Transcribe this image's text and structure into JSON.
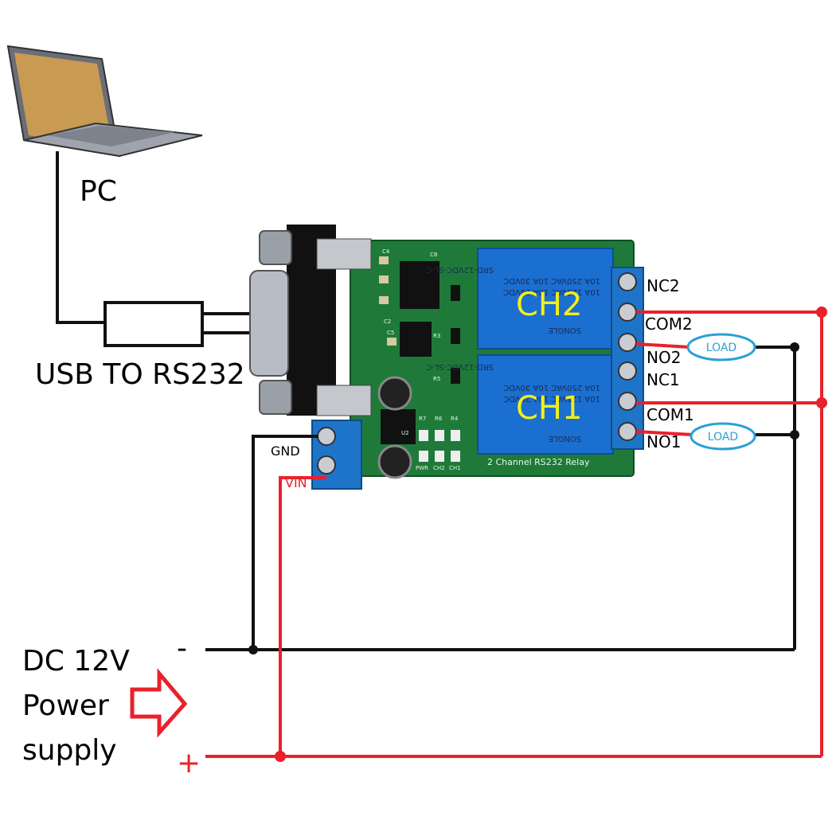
{
  "labels": {
    "pc": "PC",
    "usb_converter": "USB TO RS232",
    "power_line1": "DC 12V",
    "power_line2": "Power",
    "power_line3": "supply",
    "minus": "-",
    "plus": "+",
    "gnd": "GND",
    "vin": "VIN",
    "board_title": "2 Channel RS232 Relay"
  },
  "terminals": [
    "NC2",
    "COM2",
    "NO2",
    "NC1",
    "COM1",
    "NO1"
  ],
  "relays": [
    {
      "channel": "CH2",
      "model": "SRD-12VDC-SL-C",
      "rating1": "10A 250VAC  10A 30VDC",
      "rating2": "10A 125VAC  10A 28VDC",
      "brand": "SONGLE"
    },
    {
      "channel": "CH1",
      "model": "SRD-12VDC-SL-C",
      "rating1": "10A 250VAC  10A 30VDC",
      "rating2": "10A 125VAC  10A 28VDC",
      "brand": "SONGLE"
    }
  ],
  "loads": [
    "LOAD",
    "LOAD"
  ],
  "silkscreen": {
    "leds": [
      "PWR",
      "CH2",
      "CH1"
    ],
    "resistors": [
      "R7",
      "R6",
      "R4"
    ],
    "parts": [
      "C4",
      "C8",
      "C5",
      "C2",
      "R3",
      "R5",
      "U2"
    ]
  },
  "colors": {
    "positive_wire": "#e8212b",
    "negative_wire": "#111111",
    "pcb": "#1f7a3a",
    "relay": "#1a6fd0",
    "terminal_block": "#1e74c8",
    "channel_text": "#f4ef18",
    "load_outline": "#2aa0d8"
  }
}
